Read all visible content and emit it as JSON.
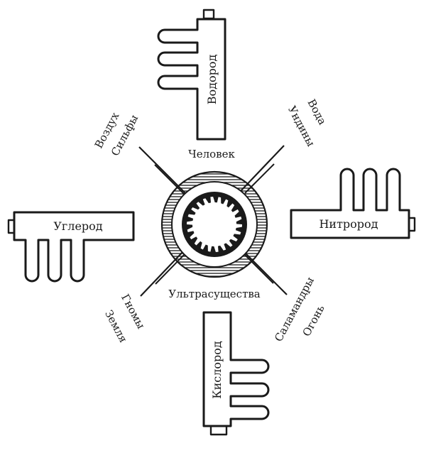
{
  "center": {
    "top_label": "Человек",
    "bottom_label": "Ультрасущества"
  },
  "keys": {
    "top": "Водород",
    "right": "Нитрород",
    "bottom": "Кислород",
    "left": "Углерод"
  },
  "spirits": {
    "upper_left": {
      "line1": "Воздух",
      "line2": "Сильфы"
    },
    "upper_right": {
      "line1": "Вода",
      "line2": "Ундины"
    },
    "lower_left": {
      "line1": "Гномы",
      "line2": "Земля"
    },
    "lower_right": {
      "line1": "Саламандры",
      "line2": "Огонь"
    }
  },
  "colors": {
    "ink": "#1a1a1a",
    "background": "#ffffff"
  }
}
